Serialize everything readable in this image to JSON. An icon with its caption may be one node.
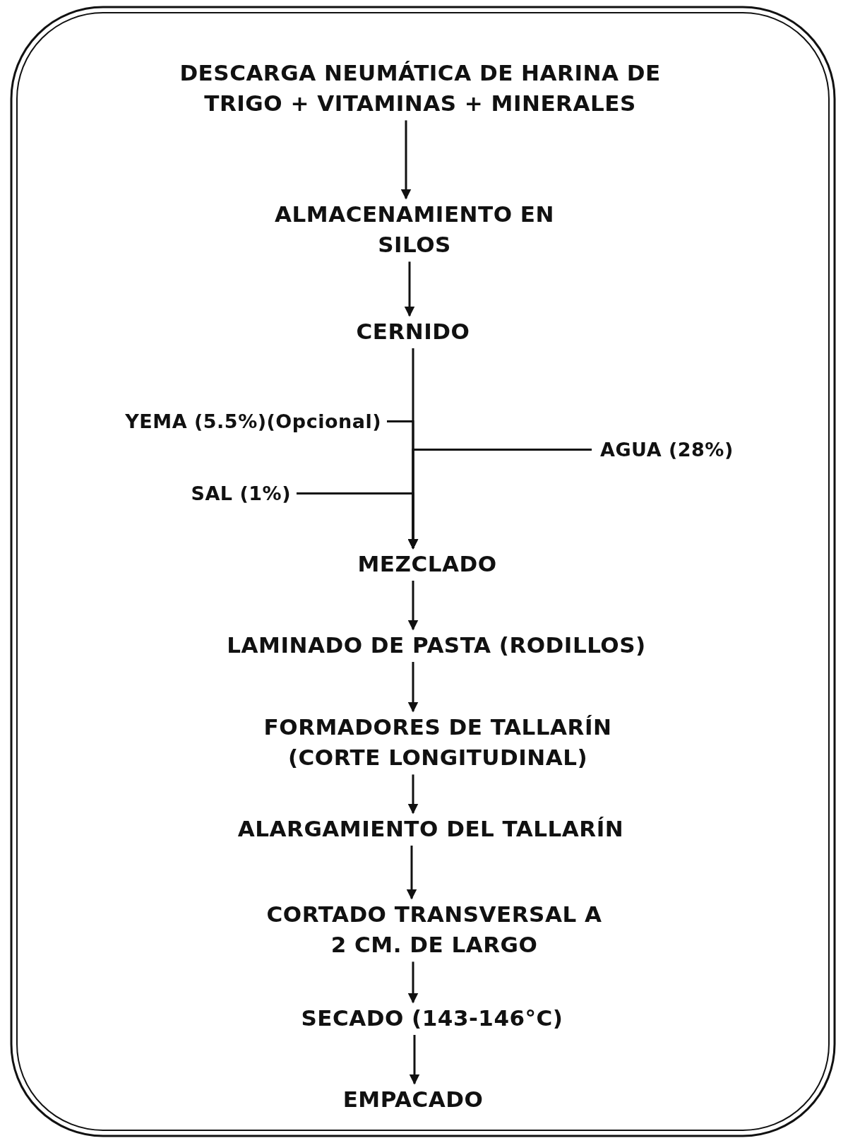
{
  "diagram": {
    "nodes": [
      {
        "text": [
          "DESCARGA NEUMÁTICA DE HARINA DE TRIGO + VITAMINAS + MINERALES"
        ]
      },
      {
        "text": [
          "ALMACENAMIENTO EN SILOS"
        ]
      },
      {
        "text": [
          "CERNIDO"
        ]
      },
      {
        "text": [
          "YEMA (5.5%)(Opcional)"
        ]
      },
      {
        "text": [
          "AGUA (28%)"
        ]
      },
      {
        "text": [
          "SAL (1%)"
        ]
      },
      {
        "text": [
          "MEZCLADO"
        ]
      },
      {
        "text": [
          "LAMINADO DE PASTA (RODILLOS)"
        ]
      },
      {
        "text": [
          "FORMADORES DE TALLARÍN (CORTE LONGITUDINAL)"
        ]
      },
      {
        "text": [
          "ALARGAMIENTO DEL TALLARÍN"
        ]
      },
      {
        "text": [
          "CORTADO TRANSVERSAL A 2 CM. DE LARGO"
        ]
      },
      {
        "text": [
          "SECADO (143-146°C)"
        ]
      },
      {
        "text": [
          "EMPACADO"
        ]
      }
    ],
    "edges": [
      {
        "from": 0,
        "to": 1,
        "arrow": "to"
      },
      {
        "from": 1,
        "to": 2,
        "arrow": "to"
      },
      {
        "from": 2,
        "to": 6,
        "arrow": "to"
      },
      {
        "from": 3,
        "to": 6,
        "arrow": "to"
      },
      {
        "from": 4,
        "to": 6,
        "arrow": "to"
      },
      {
        "from": 5,
        "to": 6,
        "arrow": "to"
      },
      {
        "from": 6,
        "to": 7,
        "arrow": "to"
      },
      {
        "from": 7,
        "to": 8,
        "arrow": "to"
      },
      {
        "from": 8,
        "to": 9,
        "arrow": "to"
      },
      {
        "from": 9,
        "to": 10,
        "arrow": "to"
      },
      {
        "from": 10,
        "to": 11,
        "arrow": "to"
      },
      {
        "from": 11,
        "to": 12,
        "arrow": "to"
      }
    ]
  }
}
